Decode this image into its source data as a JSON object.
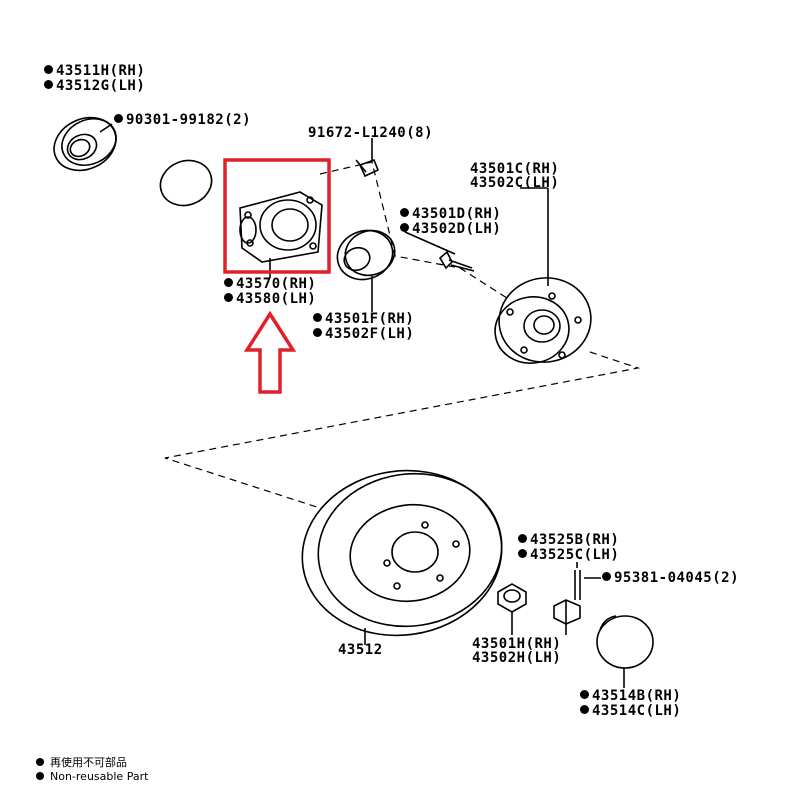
{
  "labels": {
    "seal_rh": "43511H(RH)",
    "seal_lh": "43512G(LH)",
    "oring": "90301-99182(2)",
    "bolt_top": "91672-L1240(8)",
    "hub_rh": "43501C(RH)",
    "hub_lh": "43502C(LH)",
    "hubbolt_rh": "43501D(RH)",
    "hubbolt_lh": "43502D(LH)",
    "bearing_rh": "43570(RH)",
    "bearing_lh": "43580(LH)",
    "hubseal_rh": "43501F(RH)",
    "hubseal_lh": "43502F(LH)",
    "disc": "43512",
    "pin_rh": "43525B(RH)",
    "pin_lh": "43525C(LH)",
    "cotter": "95381-04045(2)",
    "nut_rh": "43501H(RH)",
    "nut_lh": "43502H(LH)",
    "cap_rh": "43514B(RH)",
    "cap_lh": "43514C(LH)"
  },
  "legend": {
    "chinese": "再使用不可部品",
    "english": "Non-reusable Part"
  },
  "colors": {
    "highlight": "#e0202a",
    "line": "#000000"
  }
}
